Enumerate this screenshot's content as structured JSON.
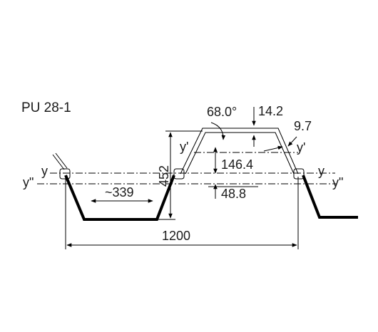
{
  "title": "PU 28-1",
  "colors": {
    "stroke": "#000000",
    "text": "#1a1a1a",
    "background": "#ffffff"
  },
  "dimensions": {
    "width_total": "1200",
    "height": "452",
    "flange_width": "~339",
    "angle": "68.0°",
    "flange_thickness": "14.2",
    "web_thickness": "9.7",
    "upper_distance": "146.4",
    "lower_distance": "48.8"
  },
  "axes": {
    "y_left": "y",
    "y_right": "y",
    "ydd_left": "y\"",
    "ydd_right": "y\"",
    "yprime_left": "y'",
    "yprime_right": "y'"
  }
}
